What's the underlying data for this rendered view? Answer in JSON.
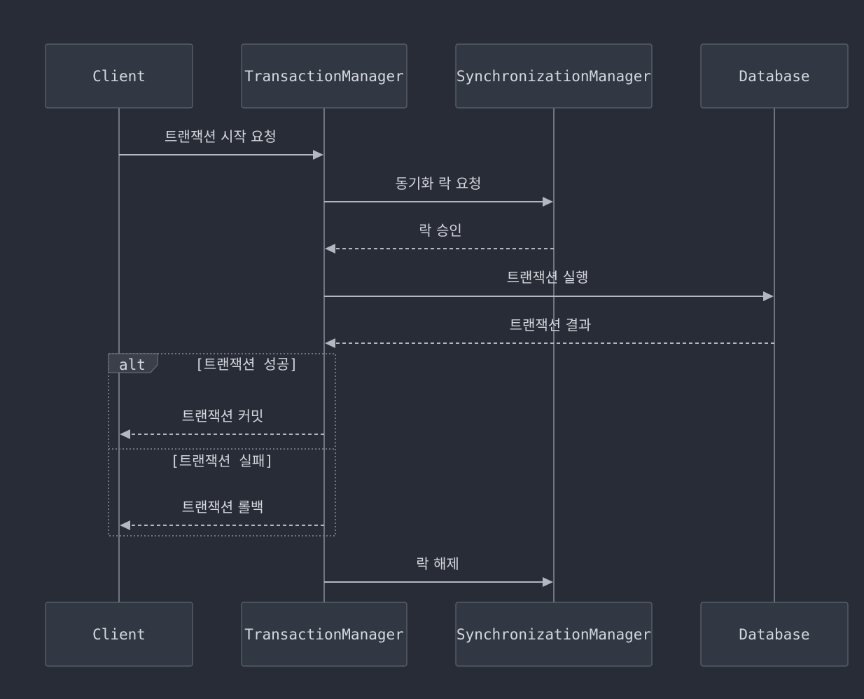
{
  "participants": [
    {
      "id": "client",
      "label": "Client"
    },
    {
      "id": "tm",
      "label": "TransactionManager"
    },
    {
      "id": "sm",
      "label": "SynchronizationManager"
    },
    {
      "id": "db",
      "label": "Database"
    }
  ],
  "messages": [
    {
      "from": "client",
      "to": "tm",
      "label": "트랜잭션 시작 요청",
      "style": "solid"
    },
    {
      "from": "tm",
      "to": "sm",
      "label": "동기화 락 요청",
      "style": "solid"
    },
    {
      "from": "sm",
      "to": "tm",
      "label": "락 승인",
      "style": "dashed"
    },
    {
      "from": "tm",
      "to": "db",
      "label": "트랜잭션 실행",
      "style": "solid"
    },
    {
      "from": "db",
      "to": "tm",
      "label": "트랜잭션 결과",
      "style": "dashed"
    },
    {
      "from": "tm",
      "to": "client",
      "label": "트랜잭션 커밋",
      "style": "dashed"
    },
    {
      "from": "tm",
      "to": "client",
      "label": "트랜잭션 롤백",
      "style": "dashed"
    },
    {
      "from": "tm",
      "to": "sm",
      "label": "락 해제",
      "style": "solid"
    }
  ],
  "alt_frame": {
    "keyword": "alt",
    "conditions": [
      "[트랜잭션 성공]",
      "[트랜잭션 실패]"
    ]
  },
  "colors": {
    "background": "#282c36",
    "actor_fill": "#323843",
    "line": "#6f7683",
    "message": "#b3b8c0",
    "text": "#d4d7dc"
  }
}
